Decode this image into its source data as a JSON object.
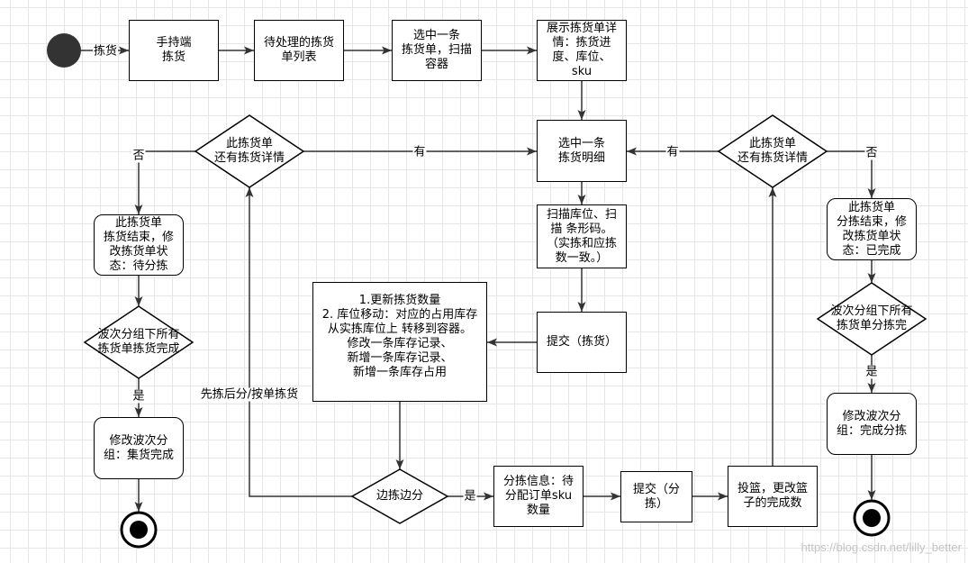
{
  "colors": {
    "line": "#333333",
    "border": "#000000",
    "node_fill": "#ffffff",
    "text": "#000000",
    "start_fill": "#333333",
    "end_fill": "#000000",
    "grid": "#e6e6e6",
    "watermark": "#c4c4c4"
  },
  "nodes": {
    "handheld_pick": {
      "lines": [
        "手持端",
        "拣货"
      ]
    },
    "pending_list": {
      "lines": [
        "待处理的拣货",
        "单列表"
      ]
    },
    "select_and_scan": {
      "lines": [
        "选中一条",
        "拣货单，扫描",
        "容器"
      ]
    },
    "show_detail": {
      "lines": [
        "展示拣货单详",
        "情：拣货进",
        "度、库位、",
        "sku"
      ]
    },
    "select_item": {
      "lines": [
        "选中一条",
        "拣货明细"
      ]
    },
    "scan_location": {
      "lines": [
        "扫描库位、扫",
        "描 条形码。",
        "（实拣和应拣",
        "数一致。）"
      ]
    },
    "submit_pick": {
      "lines": [
        "提交（拣货）"
      ]
    },
    "update_stock": {
      "lines": [
        "1.更新拣货数量",
        "2. 库位移动：对应的占用库存",
        "从实拣库位上 转移到容器。",
        "修改一条库存记录、",
        "新增一条库存记录、",
        "新增一条库存占用"
      ]
    },
    "sort_info": {
      "lines": [
        "分拣信息：待",
        "分配订单sku",
        "数量"
      ]
    },
    "submit_sort": {
      "lines": [
        "提交（分",
        "拣）"
      ]
    },
    "basket": {
      "lines": [
        "投篮，更改篮",
        "子的完成数"
      ]
    },
    "pick_done": {
      "lines": [
        "此拣货单",
        "拣货结束，修",
        "改拣货单状",
        "态：待分拣"
      ]
    },
    "wave_collect_done": {
      "lines": [
        "修改波次分",
        "组：集货完成"
      ]
    },
    "sort_done": {
      "lines": [
        "此拣货单",
        "分拣结束，修",
        "改拣货单状",
        "态：已完成"
      ]
    },
    "wave_sort_done": {
      "lines": [
        "修改波次分",
        "组：完成分拣"
      ]
    }
  },
  "decisions": {
    "left_more_details": {
      "lines": [
        "此拣货单",
        "还有拣货详情"
      ]
    },
    "right_more_details": {
      "lines": [
        "此拣货单",
        "还有拣货详情"
      ]
    },
    "all_picked": {
      "lines": [
        "波次分组下所有",
        "拣货单拣货完成"
      ]
    },
    "all_sorted": {
      "lines": [
        "波次分组下所有",
        "拣货单分拣完"
      ]
    },
    "pick_while_sort": {
      "lines": [
        "边拣边分"
      ]
    }
  },
  "edge_labels": {
    "start_to_handheld": "拣货",
    "left_more_details_yes": "有",
    "left_more_details_no": "否",
    "right_more_details_yes": "有",
    "right_more_details_no": "否",
    "all_picked_yes": "是",
    "all_sorted_yes": "是",
    "pick_while_sort_yes": "是",
    "pick_while_sort_alt": "先拣后分/按单拣货"
  },
  "watermark": "https://blog.csdn.net/lilly_better"
}
